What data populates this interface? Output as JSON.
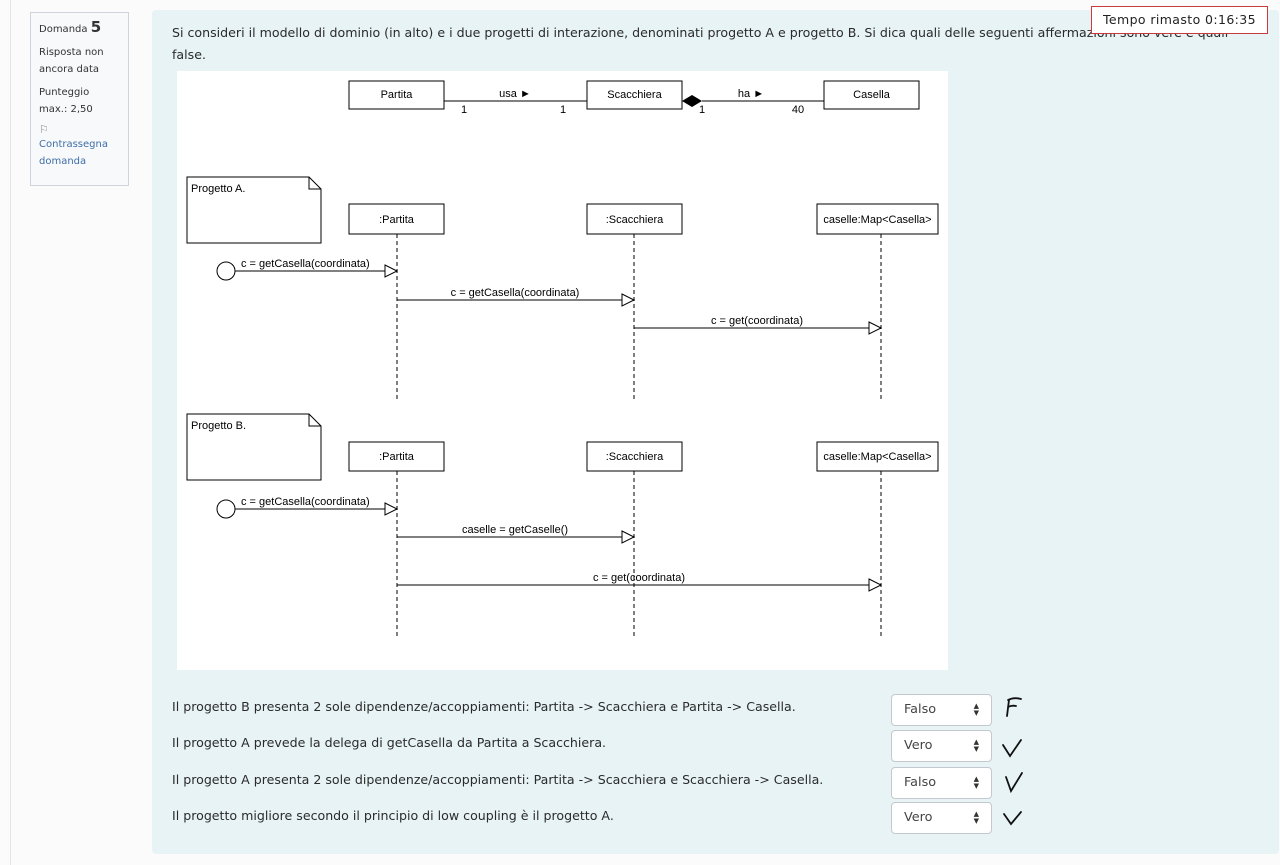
{
  "question_info": {
    "label": "Domanda",
    "number": "5",
    "status": "Risposta non ancora data",
    "score": "Punteggio max.: 2,50",
    "flag_label": "Contrassegna domanda",
    "flag_icon": "flag-icon"
  },
  "timer": {
    "text": "Tempo rimasto 0:16:35"
  },
  "question_text": "Si consideri il modello di dominio (in alto) e i due progetti di interazione, denominati progetto A e progetto B. Si dica quali delle seguenti affermazioni sono vere e quali false.",
  "domain_model": {
    "classes": [
      "Partita",
      "Scacchiera",
      "Casella"
    ],
    "assoc1": {
      "name": "usa ►",
      "m1": "1",
      "m2": "1"
    },
    "assoc2": {
      "name": "ha ►",
      "m1": "1",
      "m2": "40"
    }
  },
  "design_a": {
    "note": "Progetto A.",
    "lifelines": [
      ":Partita",
      ":Scacchiera",
      "caselle:Map<Casella>"
    ],
    "messages": [
      "c = getCasella(coordinata)",
      "c = getCasella(coordinata)",
      "c = get(coordinata)"
    ]
  },
  "design_b": {
    "note": "Progetto B.",
    "lifelines": [
      ":Partita",
      ":Scacchiera",
      "caselle:Map<Casella>"
    ],
    "messages": [
      "c = getCasella(coordinata)",
      "caselle = getCaselle()",
      "c = get(coordinata)"
    ]
  },
  "answers": [
    {
      "text": "Il progetto B presenta 2 sole dipendenze/accoppiamenti: Partita -> Scacchiera e Partita -> Casella.",
      "selected": "Falso"
    },
    {
      "text": "Il progetto A prevede la delega di getCasella da Partita a Scacchiera.",
      "selected": "Vero"
    },
    {
      "text": "Il progetto A presenta 2 sole dipendenze/accoppiamenti: Partita -> Scacchiera e Scacchiera -> Casella.",
      "selected": "Falso"
    },
    {
      "text": "Il progetto migliore secondo il principio di low coupling è il progetto A.",
      "selected": "Vero"
    }
  ],
  "handwritten_marks": [
    "F",
    "check",
    "check",
    "check"
  ]
}
